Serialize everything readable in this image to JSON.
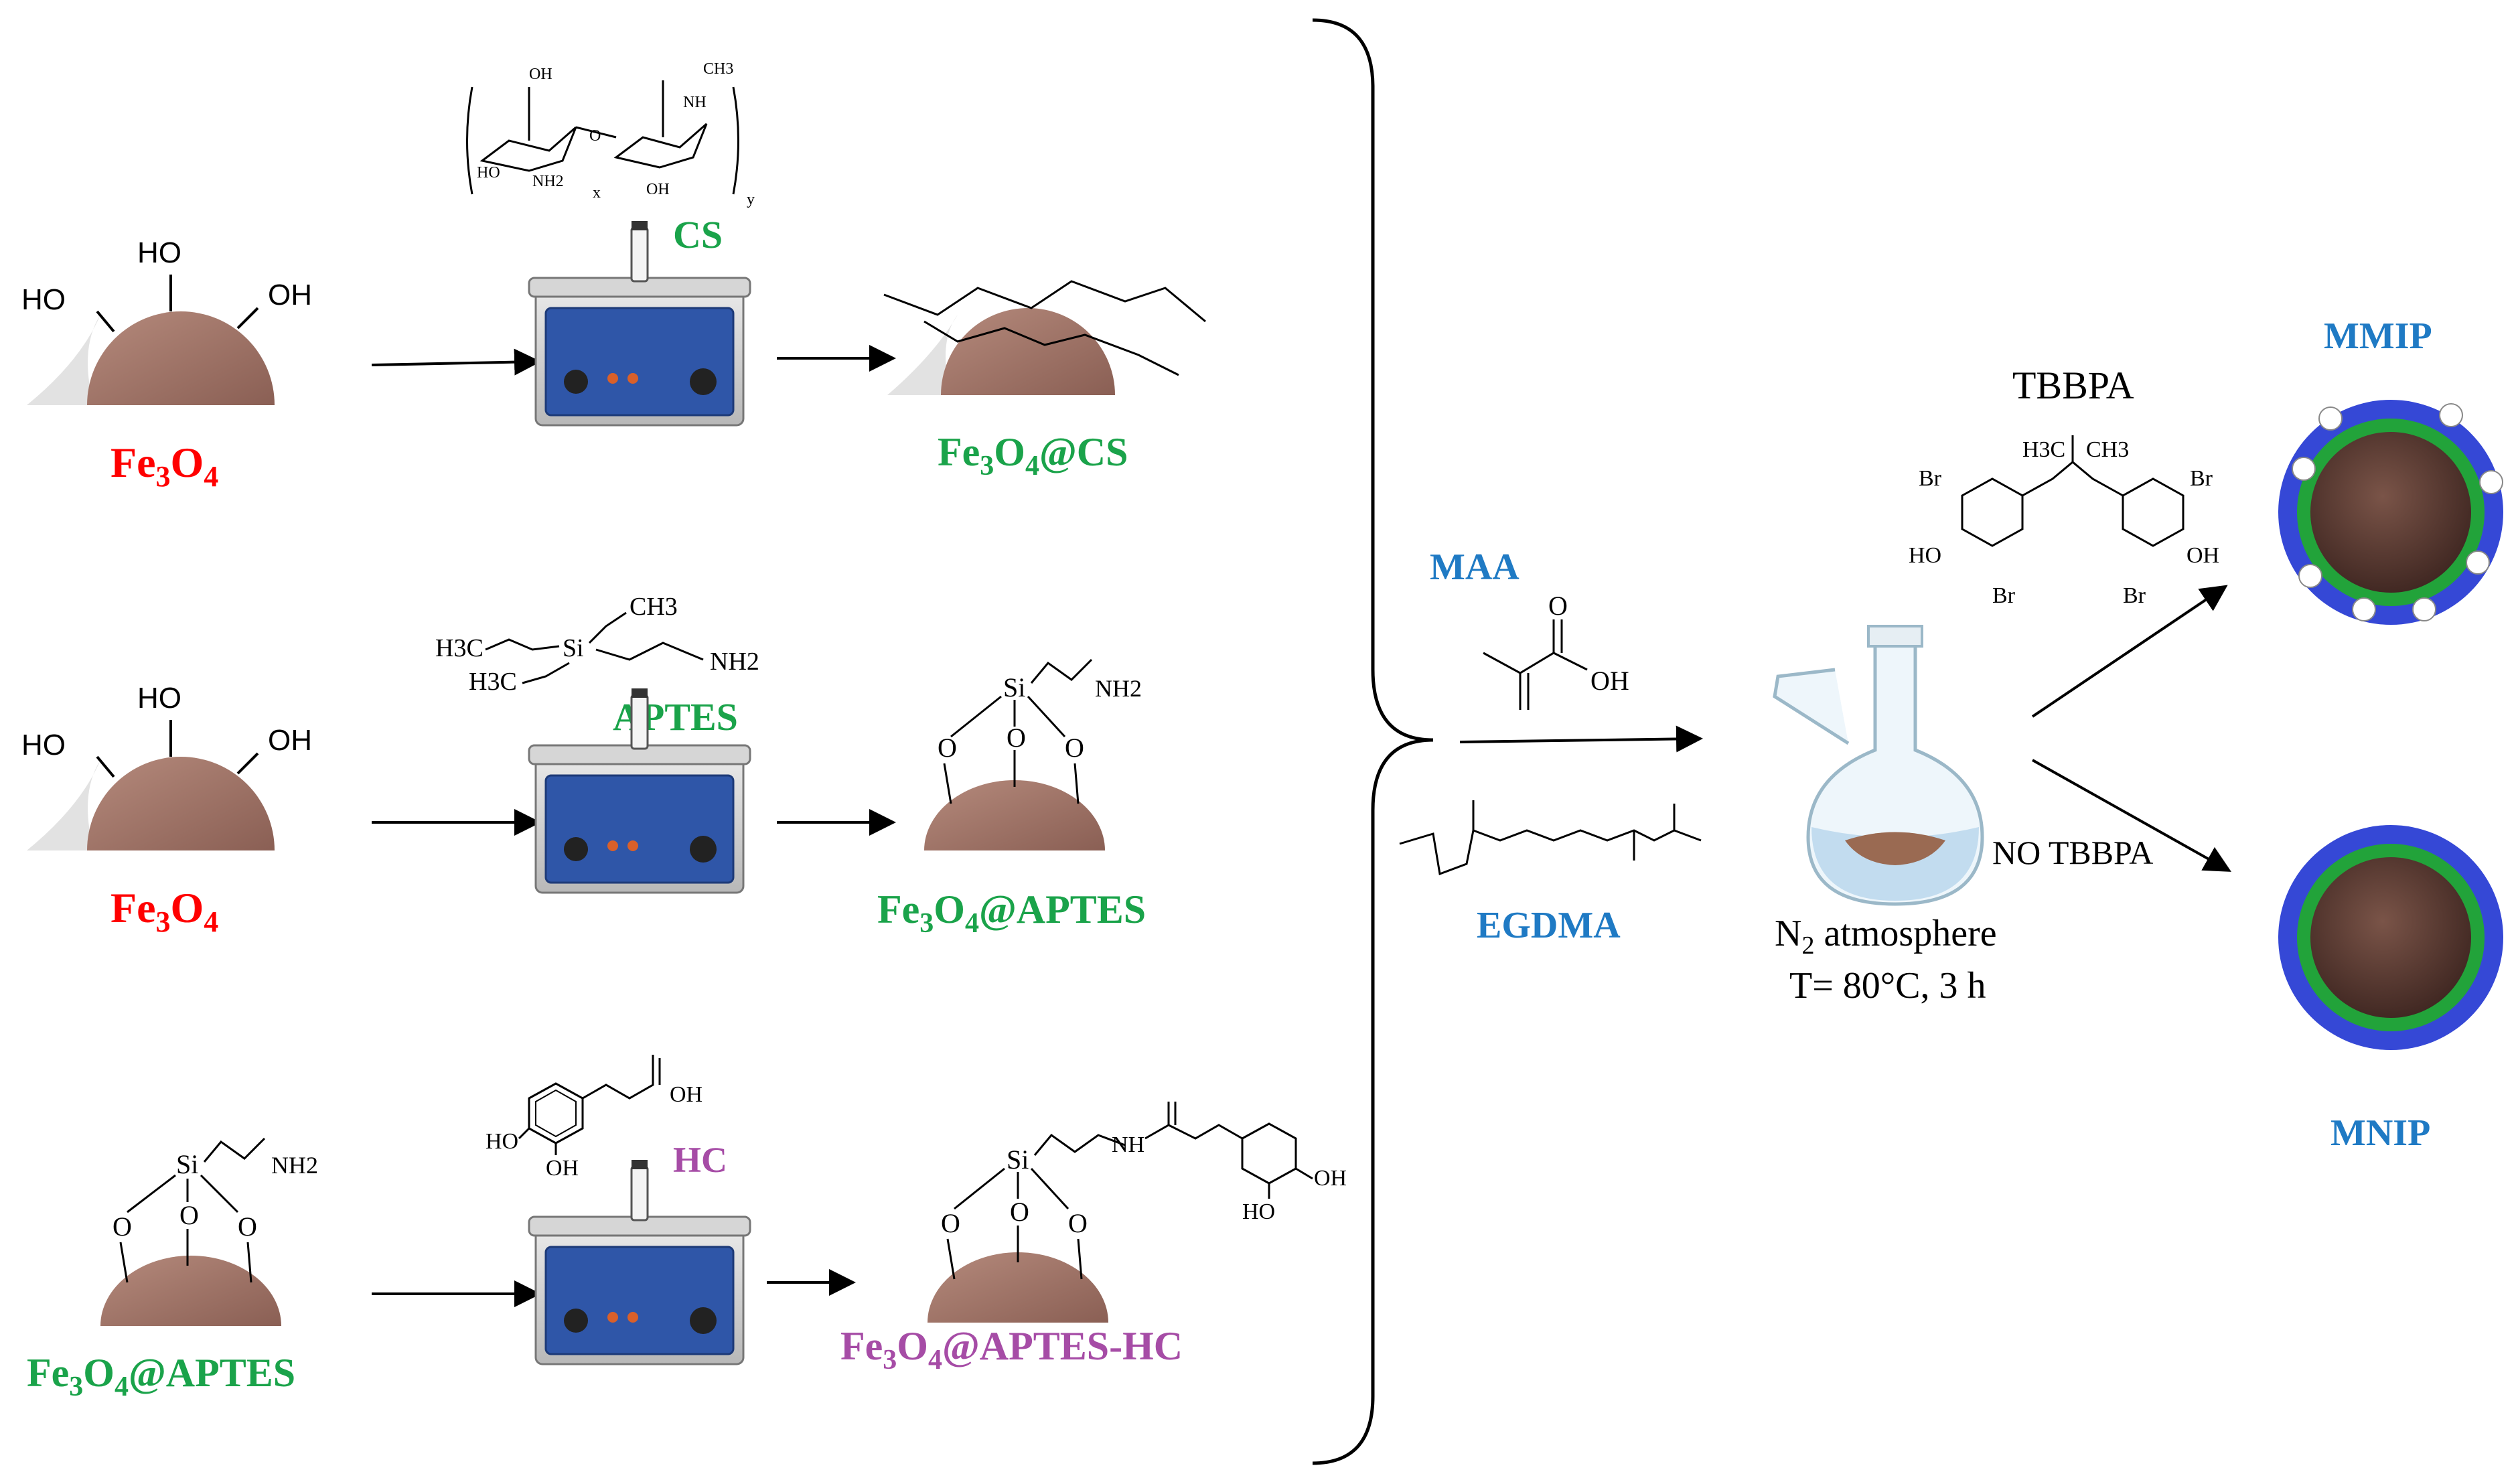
{
  "colors": {
    "red_label": "#ff0000",
    "green_label": "#1aa34a",
    "purple_label": "#a64ca6",
    "blue_label": "#1f7ac4",
    "particle": "#a0766a",
    "shell_green": "#22a33a",
    "shell_blue": "#3548d6",
    "core": "#5a3c34"
  },
  "row1": {
    "start_label_base": "Fe",
    "start_label_sub1": "3",
    "start_label_mid": "O",
    "start_label_sub2": "4",
    "oh_left": "HO",
    "oh_top": "HO",
    "oh_right": "OH",
    "reagent": "CS",
    "product_base": "Fe",
    "product_sub1": "3",
    "product_mid": "O",
    "product_sub2": "4",
    "product_tail": "@CS"
  },
  "row2": {
    "start_label_base": "Fe",
    "start_label_sub1": "3",
    "start_label_mid": "O",
    "start_label_sub2": "4",
    "oh_left": "HO",
    "oh_top": "HO",
    "oh_right": "OH",
    "reagent": "APTES",
    "aptes_ch3_top": "CH3",
    "aptes_h3c_left": "H3C",
    "aptes_si": "Si",
    "aptes_nh2": "NH2",
    "aptes_h3c_bottom": "H3C",
    "product_base": "Fe",
    "product_sub1": "3",
    "product_mid": "O",
    "product_sub2": "4",
    "product_tail": "@APTES",
    "prod_si": "Si",
    "prod_nh2": "NH2",
    "prod_o": "O"
  },
  "row3": {
    "start_label_base": "Fe",
    "start_label_sub1": "3",
    "start_label_mid": "O",
    "start_label_sub2": "4",
    "start_label_tail": "@APTES",
    "start_si": "Si",
    "start_nh2": "NH2",
    "start_o": "O",
    "reagent": "HC",
    "hc_oh": "OH",
    "hc_ho": "HO",
    "hc_oh2": "OH",
    "product_base": "Fe",
    "product_sub1": "3",
    "product_mid": "O",
    "product_sub2": "4",
    "product_tail": "@APTES-HC",
    "prod_si": "Si",
    "prod_nh": "NH",
    "prod_o": "O",
    "prod_oh": "OH",
    "prod_ho": "HO"
  },
  "cs_labels": {
    "oh1": "OH",
    "oh2": "OH",
    "ho": "HO",
    "nh2": "NH2",
    "nh": "NH",
    "ch3": "CH3",
    "o": "O",
    "x": "x",
    "y": "y"
  },
  "center": {
    "maa": "MAA",
    "maa_o": "O",
    "maa_oh": "OH",
    "egdma": "EGDMA",
    "flask_line1_base": "N",
    "flask_line1_sub": "2",
    "flask_line1_tail": " atmosphere",
    "flask_line2": "T= 80°C, 3 h"
  },
  "right": {
    "tbbpa": "TBBPA",
    "tbbpa_h3c": "H3C",
    "tbbpa_ch3": "CH3",
    "tbbpa_br": "Br",
    "tbbpa_ho": "HO",
    "tbbpa_oh": "OH",
    "no_tbbpa": "NO TBBPA",
    "mmip": "MMIP",
    "mnip": "MNIP"
  }
}
